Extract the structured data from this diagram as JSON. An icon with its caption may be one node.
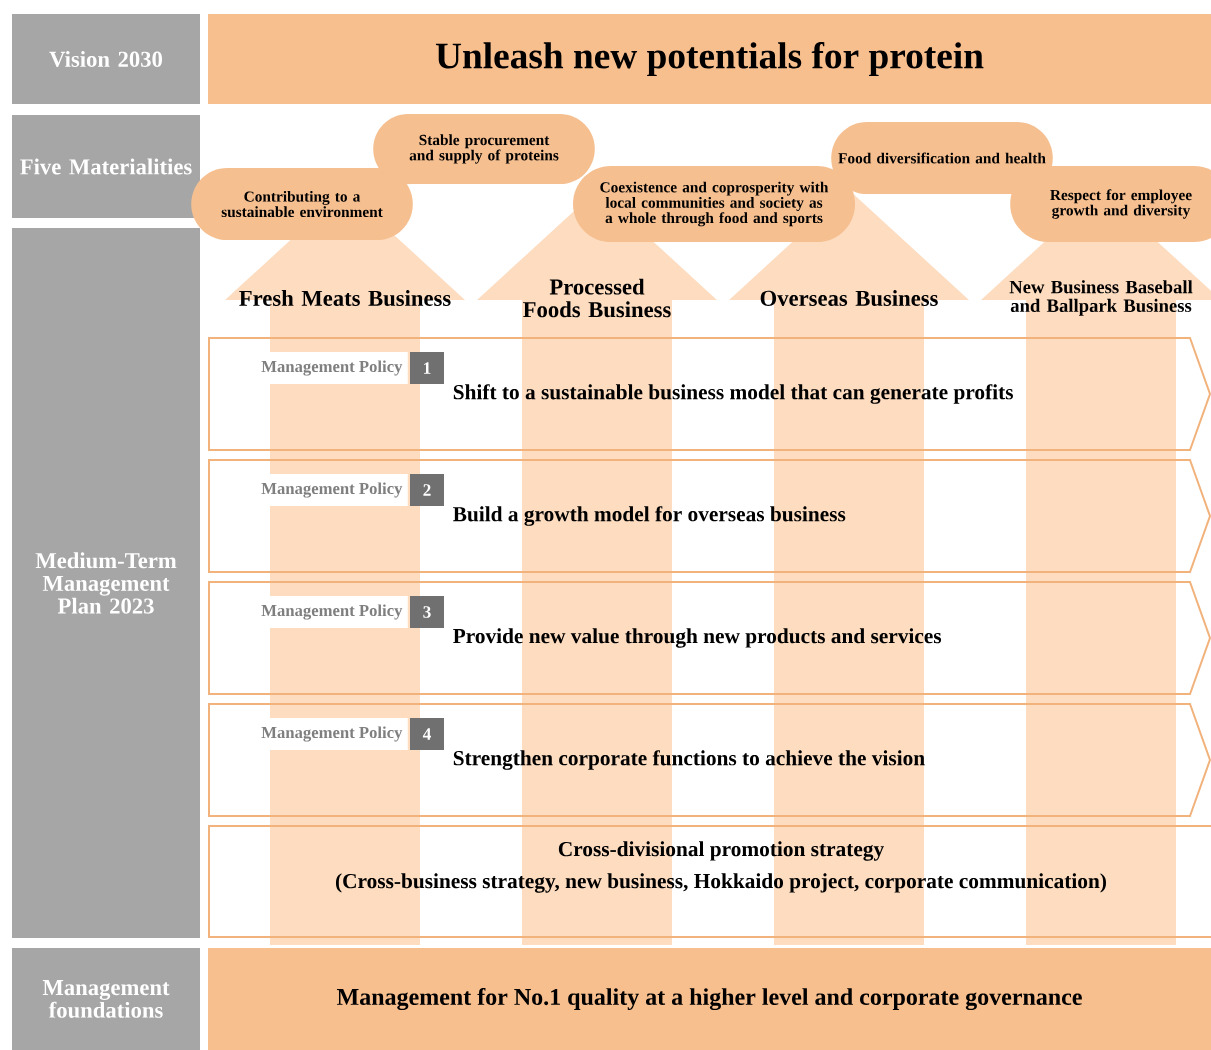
{
  "diagram": {
    "nodes": [
      {
        "text": [
          "Vision 2030"
        ]
      },
      {
        "text": [
          "Unleash new potentials for protein"
        ]
      },
      {
        "text": [
          "Five Materialities"
        ]
      },
      {
        "text": [
          "Contributing to a sustainable environment"
        ]
      },
      {
        "text": [
          "Stable procurement and supply of proteins"
        ]
      },
      {
        "text": [
          "Coexistence and coprosperity with local communities and society as a whole through food and sports"
        ]
      },
      {
        "text": [
          "Food diversification and health"
        ]
      },
      {
        "text": [
          "Respect for employee growth and diversity"
        ]
      },
      {
        "text": [
          "Medium-Term Management Plan 2023"
        ]
      },
      {
        "text": [
          "Fresh Meats Business"
        ]
      },
      {
        "text": [
          "Processed Foods Business"
        ]
      },
      {
        "text": [
          "Overseas Business"
        ]
      },
      {
        "text": [
          "New Business Baseball and Ballpark Business"
        ]
      },
      {
        "text": [
          "Management Policy",
          "1",
          "Shift to a sustainable business model that can generate profits"
        ]
      },
      {
        "text": [
          "Management Policy",
          "2",
          "Build a growth model for overseas business"
        ]
      },
      {
        "text": [
          "Management Policy",
          "3",
          "Provide new value through new products and services"
        ]
      },
      {
        "text": [
          "Management Policy",
          "4",
          "Strengthen corporate functions to achieve the vision"
        ]
      },
      {
        "text": [
          "Cross-divisional promotion strategy",
          "(Cross-business strategy, new business, Hokkaido project, corporate communication)"
        ]
      },
      {
        "text": [
          "Management foundations"
        ]
      },
      {
        "text": [
          "Management for No.1 quality at a higher level and corporate governance"
        ]
      }
    ]
  }
}
